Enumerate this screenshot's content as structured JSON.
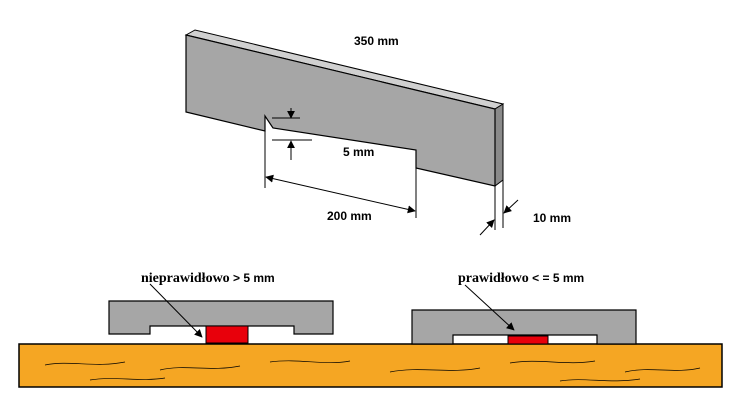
{
  "gauge": {
    "length_label": "350 mm",
    "depth_label": "5 mm",
    "notch_length_label": "200 mm",
    "thickness_label": "10 mm"
  },
  "examples": {
    "incorrect": {
      "word": "nieprawidłowo",
      "condition": " > 5 mm"
    },
    "correct": {
      "word": "prawidłowo",
      "condition": " < = 5 mm"
    }
  },
  "colors": {
    "gauge_gray": "#a6a6a6",
    "gauge_top": "#d0d0d0",
    "gauge_side": "#8a8a8a",
    "board_orange": "#f5a623",
    "insert_red": "#e8000b",
    "outline": "#000000"
  }
}
